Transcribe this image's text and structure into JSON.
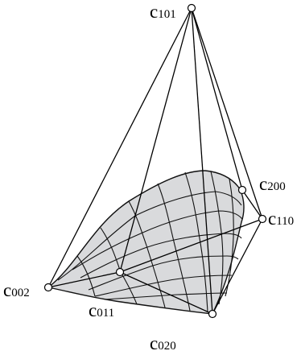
{
  "points": [
    {
      "id": "c101",
      "letter": "c",
      "index": "101"
    },
    {
      "id": "c200",
      "letter": "c",
      "index": "200"
    },
    {
      "id": "c110",
      "letter": "c",
      "index": "110"
    },
    {
      "id": "c002",
      "letter": "c",
      "index": "002"
    },
    {
      "id": "c011",
      "letter": "c",
      "index": "011"
    },
    {
      "id": "c020",
      "letter": "c",
      "index": "020"
    }
  ],
  "surface_color": "#d9dadc",
  "line_color": "#000000"
}
